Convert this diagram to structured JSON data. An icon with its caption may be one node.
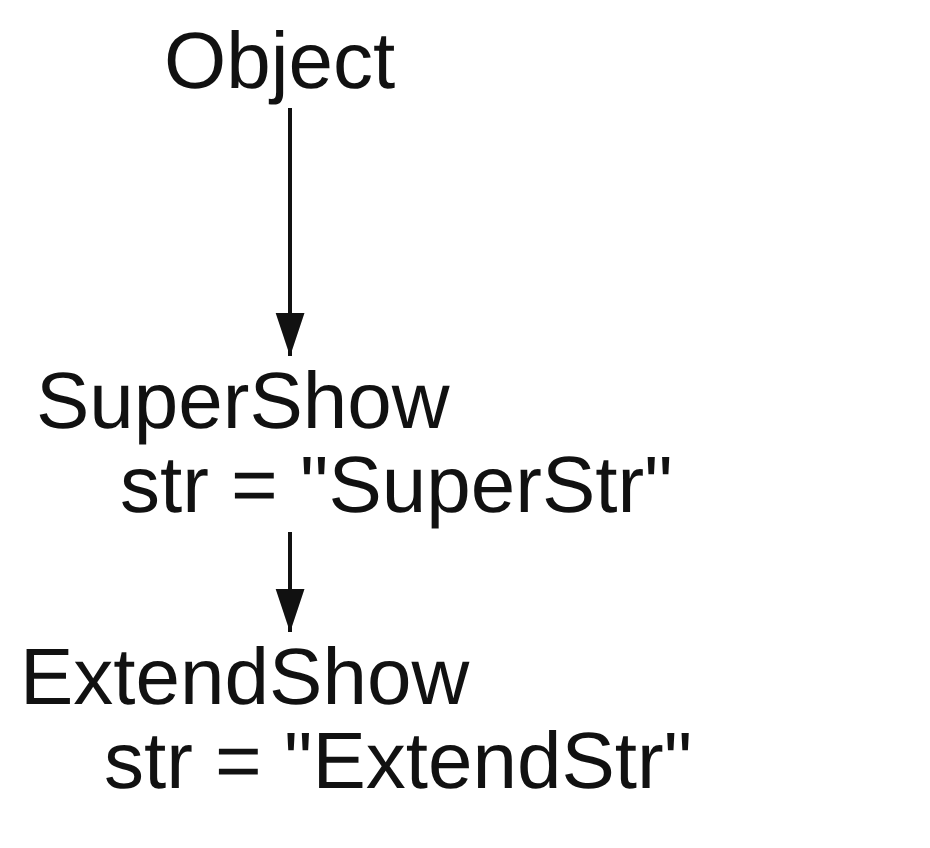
{
  "diagram": {
    "nodes": [
      {
        "text": [
          "Object"
        ]
      },
      {
        "text": [
          "SuperShow",
          "str = \"SuperStr\""
        ]
      },
      {
        "text": [
          "ExtendShow",
          "str = \"ExtendStr\""
        ]
      }
    ],
    "edges": [
      {
        "from": 0,
        "to": 1,
        "arrow": "to"
      },
      {
        "from": 1,
        "to": 2,
        "arrow": "to"
      }
    ]
  }
}
